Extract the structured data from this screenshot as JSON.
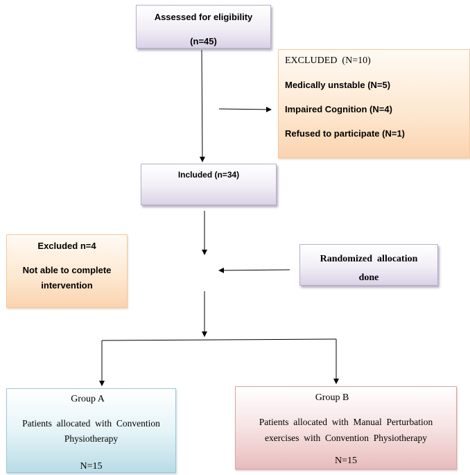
{
  "assessed": {
    "title": "Assessed for eligibility",
    "count": "(n=45)"
  },
  "excluded_top": {
    "title": "EXCLUDED  (N=10)",
    "reasons": [
      "Medically unstable (N=5)",
      "Impaired Cognition (N=4)",
      "Refused to participate (N=1)"
    ]
  },
  "included": {
    "title": "Included (n=34)"
  },
  "excluded_mid": {
    "title": "Excluded n=4",
    "reason_line1": "Not able to complete",
    "reason_line2": "intervention"
  },
  "randomized": {
    "line1": "Randomized  allocation",
    "line2": "done"
  },
  "group_a": {
    "title": "Group A",
    "desc_line1": "Patients  allocated  with  Convention",
    "desc_line2": "Physiotherapy",
    "count": "N=15"
  },
  "group_b": {
    "title": "Group B",
    "desc_line1": "Patients  allocated  with  Manual  Perturbation",
    "desc_line2": "exercises  with  Convention  Physiotherapy",
    "count": "N=15"
  }
}
